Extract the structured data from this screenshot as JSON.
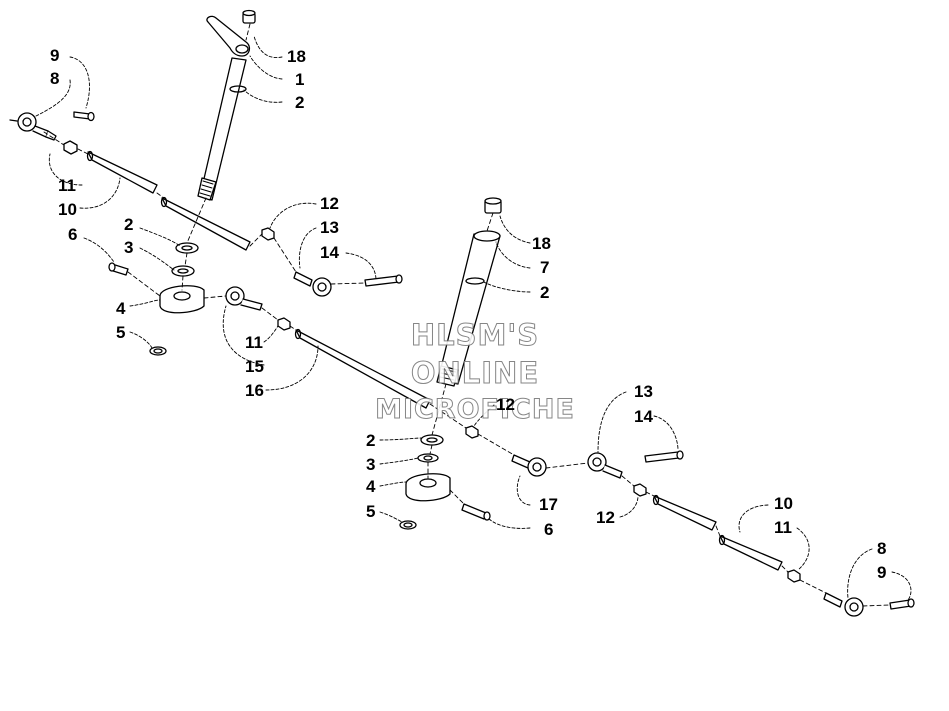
{
  "watermark": {
    "line1": "HLSM'S",
    "line2": "ONLINE",
    "line3": "MICROFICHE"
  },
  "callouts": {
    "left_9": "9",
    "left_8": "8",
    "left_11": "11",
    "left_10": "10",
    "top_18": "18",
    "top_1": "1",
    "top_2": "2",
    "lc_12": "12",
    "lc_13": "13",
    "lc_14": "14",
    "lc_2": "2",
    "lc_3": "3",
    "lc_6": "6",
    "lc_4": "4",
    "lc_5": "5",
    "lc_11": "11",
    "lc_15": "15",
    "lc_16": "16",
    "mid_18": "18",
    "mid_7": "7",
    "mid_2": "2",
    "mid_12": "12",
    "rc_2": "2",
    "rc_3": "3",
    "rc_4": "4",
    "rc_5": "5",
    "rc_17": "17",
    "rc_6": "6",
    "rc_13": "13",
    "rc_14": "14",
    "rc_12": "12",
    "right_10": "10",
    "right_11": "11",
    "right_8": "8",
    "right_9": "9"
  },
  "colors": {
    "line": "#000000",
    "background": "#ffffff",
    "watermark_outline": "#7a7a7a"
  }
}
